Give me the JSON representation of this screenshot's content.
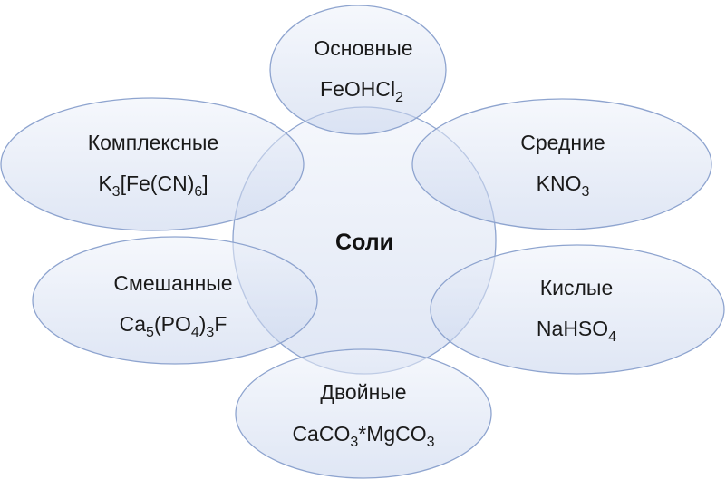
{
  "center": {
    "title": "Соли"
  },
  "satellites": [
    {
      "id": "basic",
      "name": "Основные",
      "formula": [
        {
          "t": "FeOHCl"
        },
        {
          "t": "2",
          "sub": true
        }
      ]
    },
    {
      "id": "medium",
      "name": "Средние",
      "formula": [
        {
          "t": "KNO"
        },
        {
          "t": "3",
          "sub": true
        }
      ]
    },
    {
      "id": "acidic",
      "name": "Кислые",
      "formula": [
        {
          "t": "NaHSO"
        },
        {
          "t": "4",
          "sub": true
        }
      ]
    },
    {
      "id": "double",
      "name": "Двойные",
      "formula": [
        {
          "t": "CaCO"
        },
        {
          "t": "3",
          "sub": true
        },
        {
          "t": "*MgCO"
        },
        {
          "t": "3",
          "sub": true
        }
      ]
    },
    {
      "id": "mixed",
      "name": "Смешанные",
      "formula": [
        {
          "t": "Ca"
        },
        {
          "t": "5",
          "sub": true
        },
        {
          "t": "(PO"
        },
        {
          "t": "4",
          "sub": true
        },
        {
          "t": ")"
        },
        {
          "t": "3",
          "sub": true
        },
        {
          "t": "F"
        }
      ]
    },
    {
      "id": "complex",
      "name": "Комплексные",
      "formula": [
        {
          "t": "K"
        },
        {
          "t": "3",
          "sub": true
        },
        {
          "t": "[Fe(CN)"
        },
        {
          "t": "6",
          "sub": true
        },
        {
          "t": "]"
        }
      ]
    }
  ],
  "colors": {
    "fill_top": "#eef2fa",
    "fill_bottom": "#c5d2ec",
    "stroke": "#8ea4cf"
  }
}
